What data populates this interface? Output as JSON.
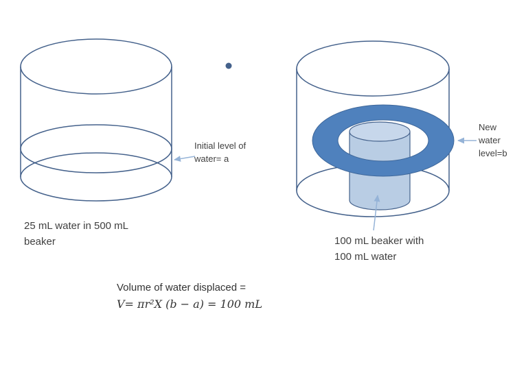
{
  "colors": {
    "outline": "#44618B",
    "ring": "#4F81BD",
    "ring_stroke": "#3D6699",
    "water_fill": "#B9CDE4",
    "water_fill_top": "#C7D7EB",
    "arrow": "#95B3D7",
    "dot": "#44618B",
    "text": "#404040"
  },
  "labels": {
    "left_caption": [
      "25 mL water in 500 mL",
      "beaker"
    ],
    "initial_level": [
      "Initial level of",
      "water= a"
    ],
    "new_level": [
      "New",
      "water",
      "level=b"
    ],
    "right_caption": [
      "100 mL beaker with",
      "100 mL water"
    ],
    "formula": [
      "Volume of water displaced  =",
      "V= πr²X (b − a) = 100 mL"
    ]
  }
}
